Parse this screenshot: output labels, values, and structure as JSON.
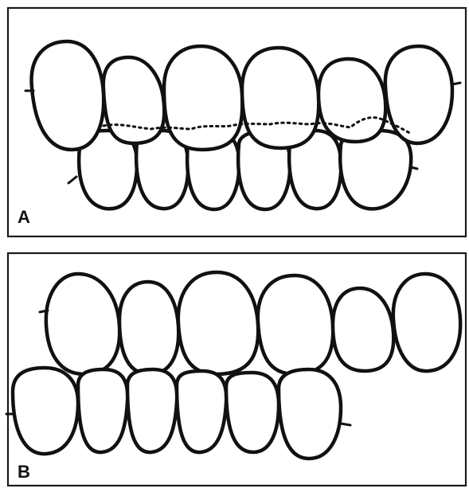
{
  "figure": {
    "panels": [
      {
        "id": "a",
        "label": "A"
      },
      {
        "id": "b",
        "label": "B"
      }
    ]
  },
  "colors": {
    "stroke": "#111111",
    "background": "#ffffff"
  }
}
